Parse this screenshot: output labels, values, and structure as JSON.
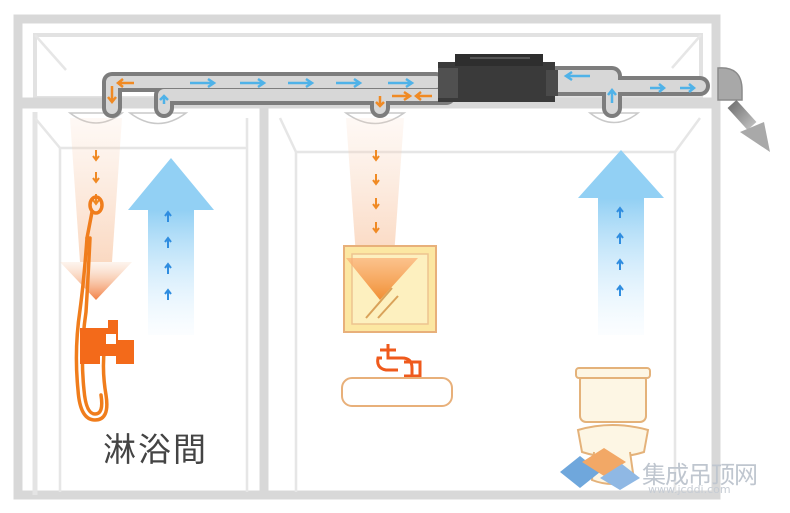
{
  "labels": {
    "shower_room": "淋浴間"
  },
  "watermark": {
    "site_cn": "集成吊顶网",
    "site_url": "www.jcddi.com"
  },
  "colors": {
    "frame": "#d6d6d6",
    "duct": "#7d7d7d",
    "fan_unit": "#3b3b3b",
    "fresh_air": "#4fb2e8",
    "exhaust_air": "#f08a24",
    "warm_glow": "#f5a25a",
    "mirror": "#fbe9a4",
    "fixture_outline": "#e8b07a"
  },
  "icons": [
    "shower-head-icon",
    "faucet-icon",
    "toilet-icon",
    "mirror-icon",
    "sink-icon",
    "fan-unit-icon",
    "vent-grille-icon"
  ]
}
